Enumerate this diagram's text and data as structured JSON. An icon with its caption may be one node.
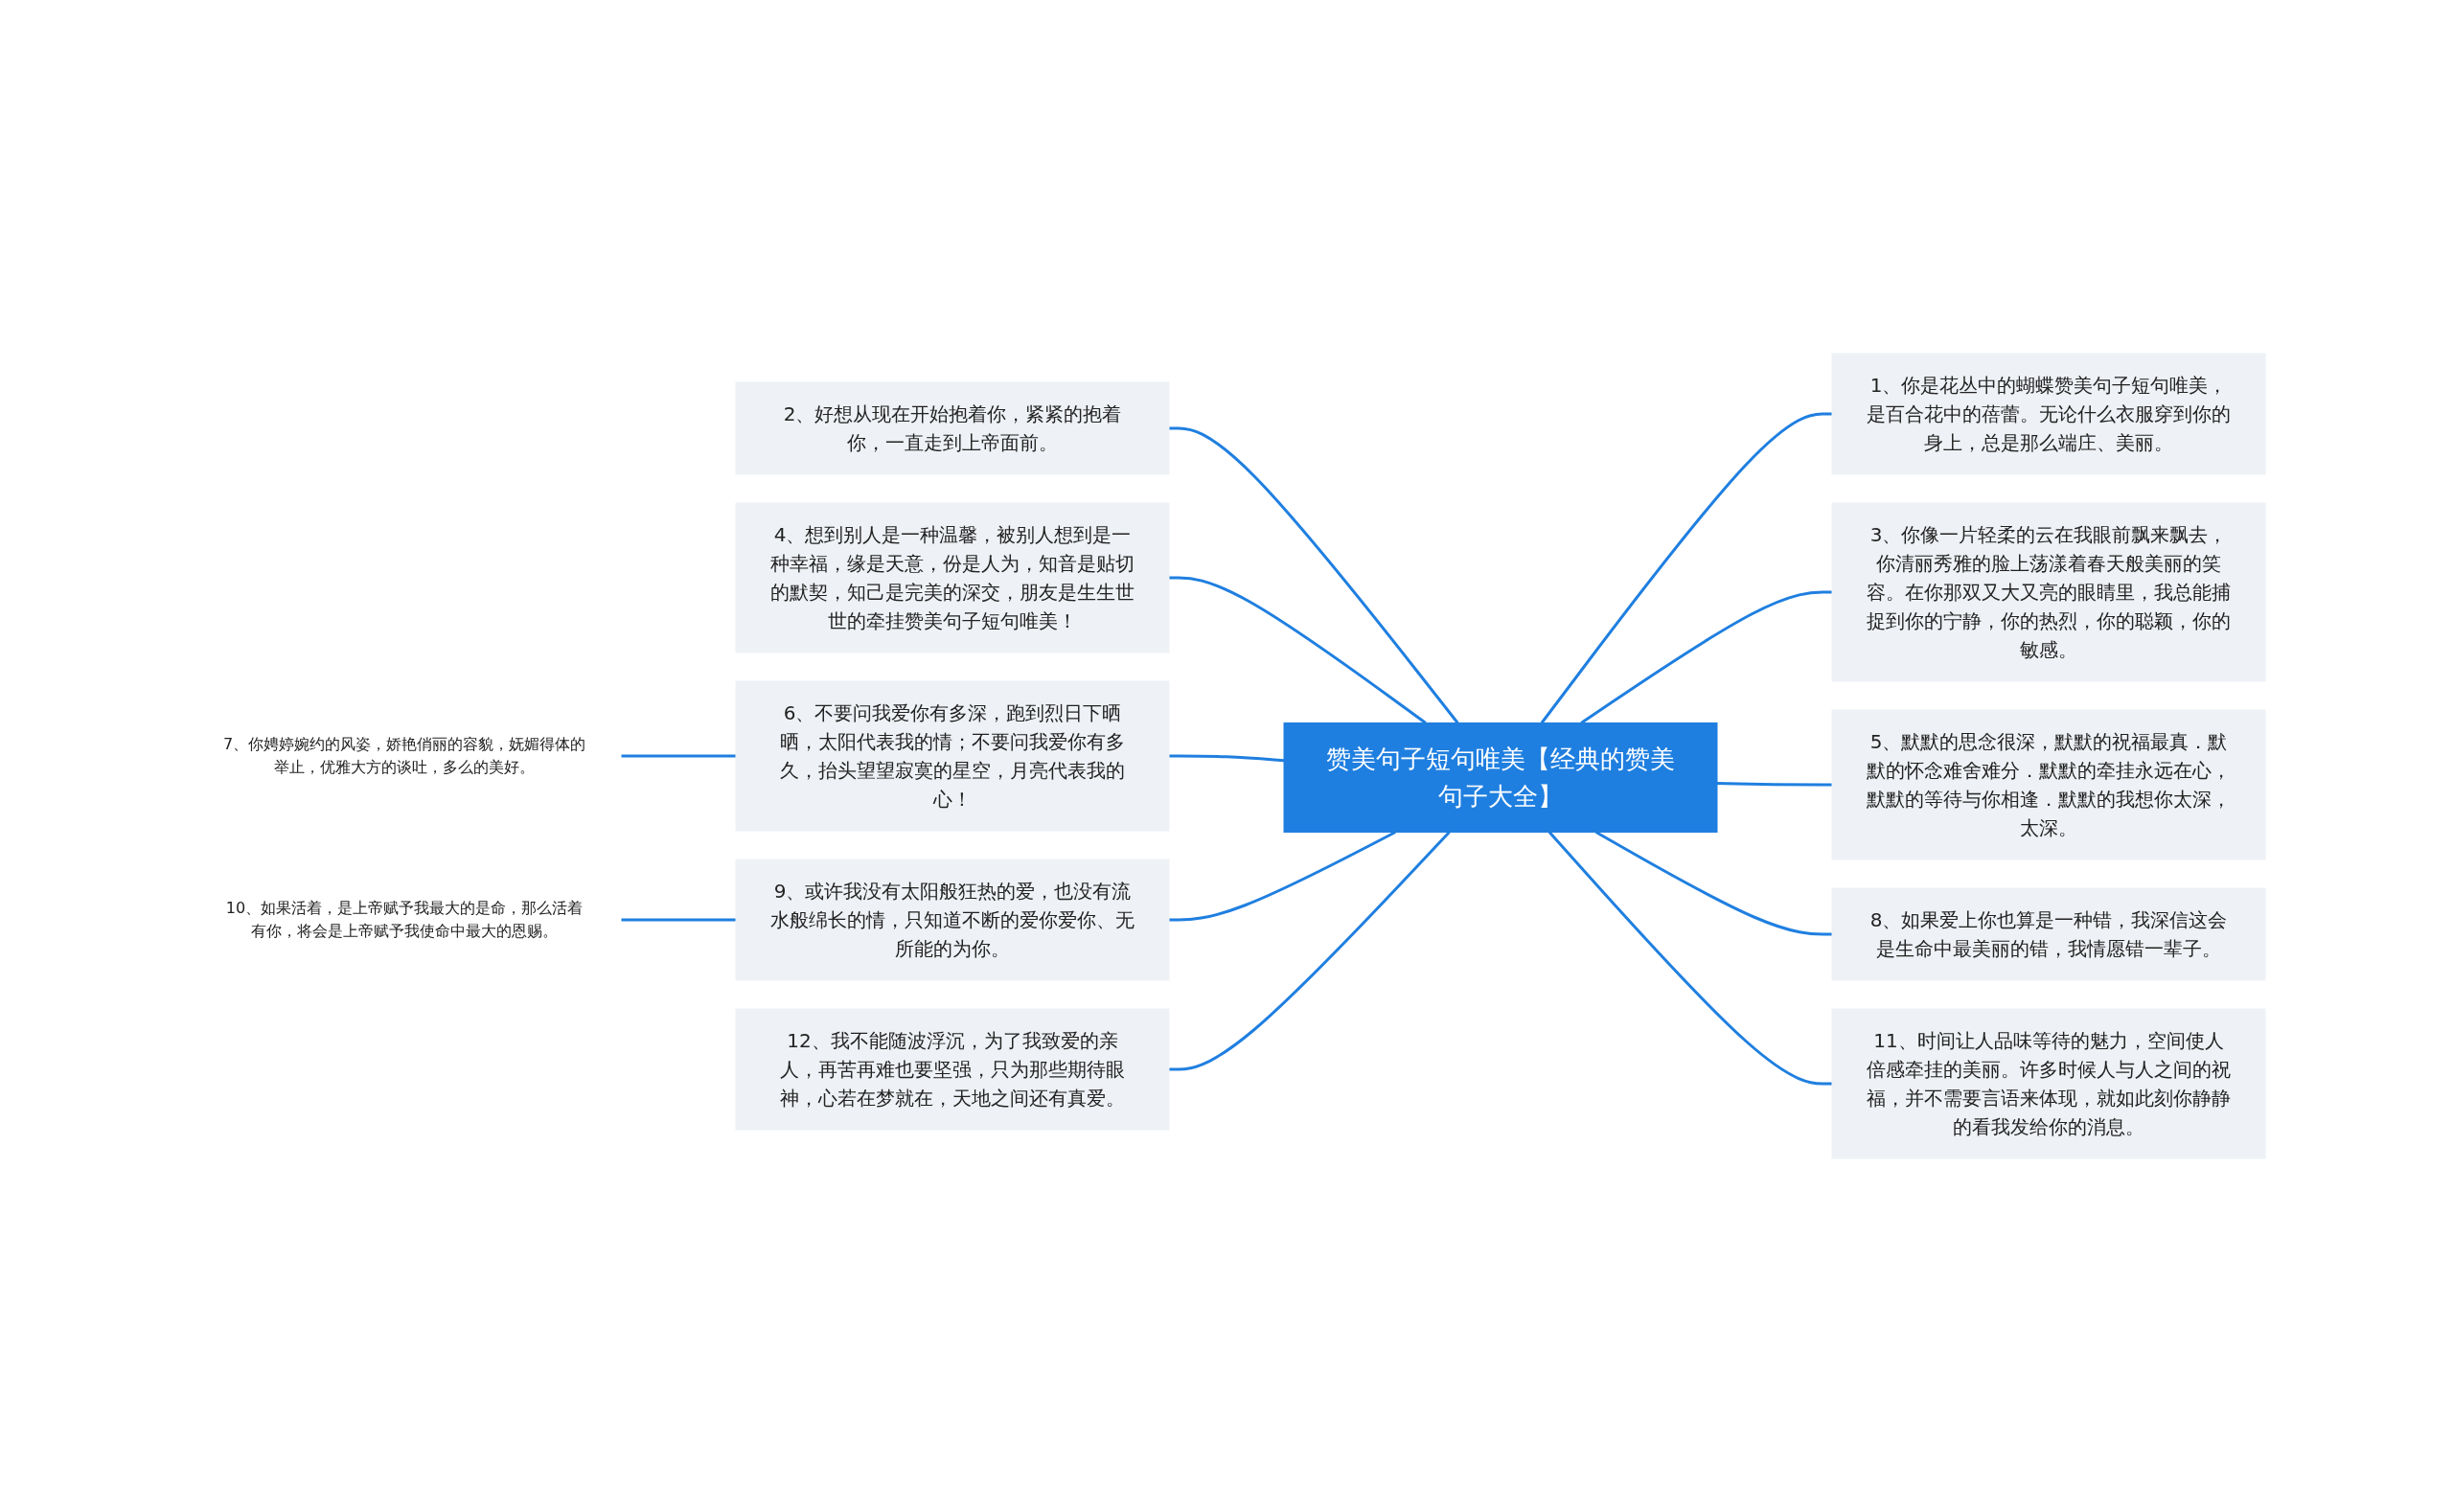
{
  "diagram": {
    "nodes": [
      {
        "text": [
          "赞美句子短句唯美【经典的赞美句子大全】"
        ]
      },
      {
        "text": [
          "2、好想从现在开始抱着你，紧紧的抱着你，一直走到上帝面前。"
        ]
      },
      {
        "text": [
          "4、想到别人是一种温馨，被别人想到是一种幸福，缘是天意，份是人为，知音是贴切的默契，知己是完美的深交，朋友是生生世世的牵挂赞美句子短句唯美！"
        ]
      },
      {
        "text": [
          "6、不要问我爱你有多深，跑到烈日下晒晒，太阳代表我的情；不要问我爱你有多久，抬头望望寂寞的星空，月亮代表我的心！"
        ]
      },
      {
        "text": [
          "7、你娉婷婉约的风姿，娇艳俏丽的容貌，妩媚得体的举止，优雅大方的谈吐，多么的美好。"
        ]
      },
      {
        "text": [
          "9、或许我没有太阳般狂热的爱，也没有流水般绵长的情，只知道不断的爱你爱你、无所能的为你。"
        ]
      },
      {
        "text": [
          "10、如果活着，是上帝赋予我最大的是命，那么活着有你，将会是上帝赋予我使命中最大的恩赐。"
        ]
      },
      {
        "text": [
          "12、我不能随波浮沉，为了我致爱的亲人，再苦再难也要坚强，只为那些期待眼神，心若在梦就在，天地之间还有真爱。"
        ]
      },
      {
        "text": [
          "1、你是花丛中的蝴蝶赞美句子短句唯美，是百合花中的蓓蕾。无论什么衣服穿到你的身上，总是那么端庄、美丽。"
        ]
      },
      {
        "text": [
          "3、你像一片轻柔的云在我眼前飘来飘去，你清丽秀雅的脸上荡漾着春天般美丽的笑容。在你那双又大又亮的眼睛里，我总能捕捉到你的宁静，你的热烈，你的聪颖，你的敏感。"
        ]
      },
      {
        "text": [
          "5、默默的思念很深，默默的祝福最真．默默的怀念难舍难分．默默的牵挂永远在心，默默的等待与你相逢．默默的我想你太深，太深。"
        ]
      },
      {
        "text": [
          "8、如果爱上你也算是一种错，我深信这会是生命中最美丽的错，我情愿错一辈子。"
        ]
      },
      {
        "text": [
          "11、时间让人品味等待的魅力，空间使人倍感牵挂的美丽。许多时候人与人之间的祝福，并不需要言语来体现，就如此刻你静静的看我发给你的消息。"
        ]
      }
    ],
    "edges": [
      {
        "from": 1,
        "to": 0,
        "arrow": "none"
      },
      {
        "from": 2,
        "to": 0,
        "arrow": "none"
      },
      {
        "from": 3,
        "to": 0,
        "arrow": "none"
      },
      {
        "from": 4,
        "to": 3,
        "arrow": "none"
      },
      {
        "from": 5,
        "to": 0,
        "arrow": "none"
      },
      {
        "from": 6,
        "to": 5,
        "arrow": "none"
      },
      {
        "from": 7,
        "to": 0,
        "arrow": "none"
      },
      {
        "from": 0,
        "to": 8,
        "arrow": "none"
      },
      {
        "from": 0,
        "to": 9,
        "arrow": "none"
      },
      {
        "from": 0,
        "to": 10,
        "arrow": "none"
      },
      {
        "from": 0,
        "to": 11,
        "arrow": "none"
      },
      {
        "from": 0,
        "to": 12,
        "arrow": "none"
      }
    ]
  }
}
